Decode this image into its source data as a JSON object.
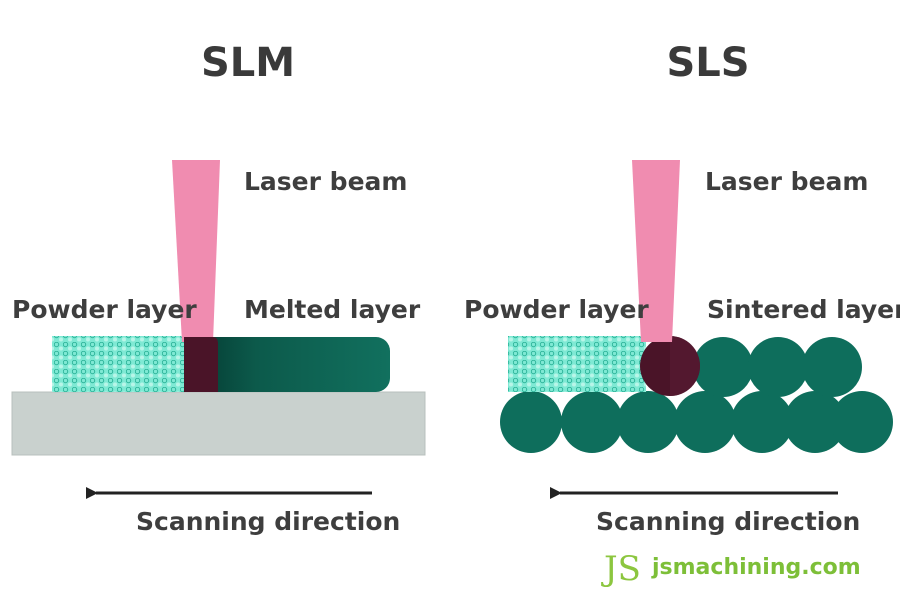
{
  "left_panel": {
    "title": "SLM",
    "laser_label": "Laser beam",
    "powder_label": "Powder layer",
    "result_label": "Melted layer",
    "direction_label": "Scanning direction"
  },
  "right_panel": {
    "title": "SLS",
    "laser_label": "Laser beam",
    "powder_label": "Powder layer",
    "result_label": "Sintered layer",
    "direction_label": "Scanning direction"
  },
  "watermark": {
    "logo": "JS",
    "site": "jsmachining.com"
  },
  "colors": {
    "laser": "#f08cb0",
    "powder": "#6fe6cf",
    "particle": "#0e6e5c",
    "substrate": "#c9d1ce",
    "text": "#3e3e3e"
  }
}
